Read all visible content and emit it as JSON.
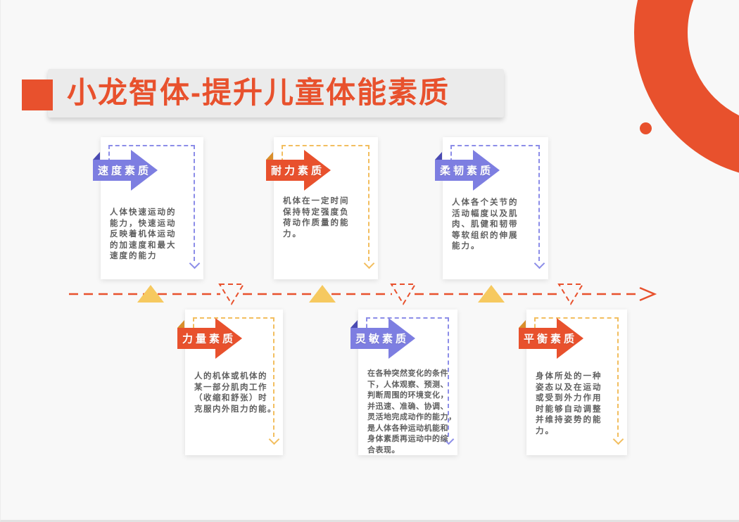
{
  "page": {
    "title": "小龙智体-提升儿童体能素质"
  },
  "colors": {
    "accent_red": "#E8512D",
    "accent_purple": "#7D7EE1",
    "fold_dark_purple": "#4A4AB2",
    "fold_amber": "#D98E2B",
    "marker_yellow": "#F6C960",
    "dash_yellow": "#F2BE5F",
    "dash_purple": "#8C8DE8",
    "title_box_gray": "#EBEBEB",
    "body_text_gray": "#5F5F5F",
    "background": "#F8F8F8"
  },
  "timeline": {
    "direction": "left-to-right",
    "line_color": "#E8512D",
    "up_marker_color": "#F6C960",
    "down_marker_color": "#E8512D"
  },
  "cards": [
    {
      "label": "速度素质",
      "theme": "purple",
      "description": "人体快速运动的\n能力，快速运动\n反映着机体运动\n的加速度和最大\n速度的能力"
    },
    {
      "label": "耐力素质",
      "theme": "orange",
      "description": "机体在一定时间\n保持特定强度负\n荷动作质量的能\n力。"
    },
    {
      "label": "柔韧素质",
      "theme": "purple",
      "description": "人体各个关节的\n活动幅度以及肌\n肉、肌健和韧带\n等软组织的伸展\n能力。"
    },
    {
      "label": "力量素质",
      "theme": "orange",
      "description": "人的机体或机体的\n某一部分肌肉工作\n（收缩和舒张）时\n克服内外阻力的能。"
    },
    {
      "label": "灵敏素质",
      "theme": "purple",
      "description": "在各种突然变化的条件\n下，人体观察、预测、\n判断周围的环境变化，\n并迅速、准确、协调、\n灵活地完成动作的能力，\n是人体各种运动机能和\n身体素质再运动中的综\n合表现。"
    },
    {
      "label": "平衡素质",
      "theme": "orange",
      "description": "身体所处的一种\n姿态以及在运动\n或受到外力作用\n时能够自动调整\n并维持姿势的能\n力。"
    }
  ]
}
